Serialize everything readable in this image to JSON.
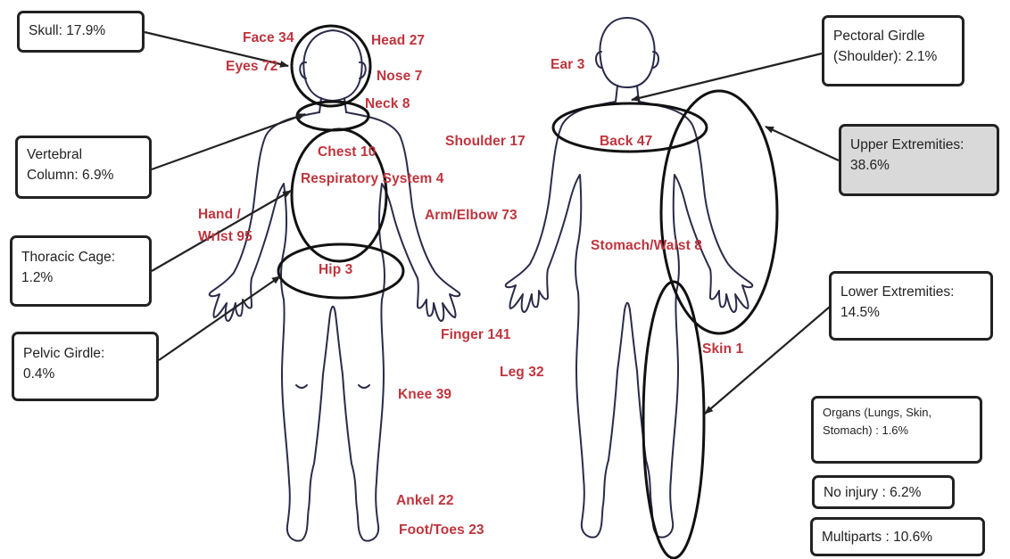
{
  "colors": {
    "label_text": "#c0343d",
    "outline": "#2b2b4a",
    "annotation": "#222222",
    "highlight_box": "#d9d9d9",
    "background": "#ffffff"
  },
  "boxes": {
    "skull": "Skull: 17.9%",
    "vertebral_column": "Vertebral\nColumn:  6.9%",
    "thoracic_cage": "Thoracic Cage:\n1.2%",
    "pelvic_girdle": "Pelvic Girdle:\n0.4%",
    "pectoral_girdle": "Pectoral Girdle\n(Shoulder): 2.1%",
    "upper_extremities": "Upper Extremities:\n38.6%",
    "lower_extremities": "Lower Extremities:\n14.5%",
    "organs": "Organs (Lungs, Skin,\nStomach) :  1.6%",
    "no_injury": "No injury : 6.2%",
    "multiparts": "Multiparts : 10.6%"
  },
  "labels": {
    "face": "Face 34",
    "head": "Head 27",
    "eyes": "Eyes 72",
    "nose": "Nose 7",
    "neck": "Neck 8",
    "chest": "Chest 10",
    "respiratory_system": "Respiratory System 4",
    "hand_wrist_line1": "Hand /",
    "hand_wrist_line2": "Wrist 95",
    "hip": "Hip 3",
    "arm_elbow": "Arm/Elbow 73",
    "finger": "Finger 141",
    "leg": "Leg 32",
    "knee": "Knee 39",
    "ankel": "Ankel 22",
    "foot_toes": "Foot/Toes 23",
    "ear": "Ear 3",
    "shoulder": "Shoulder 17",
    "back": "Back 47",
    "stomach_waist": "Stomach/Waist  8",
    "skin": "Skin 1"
  }
}
